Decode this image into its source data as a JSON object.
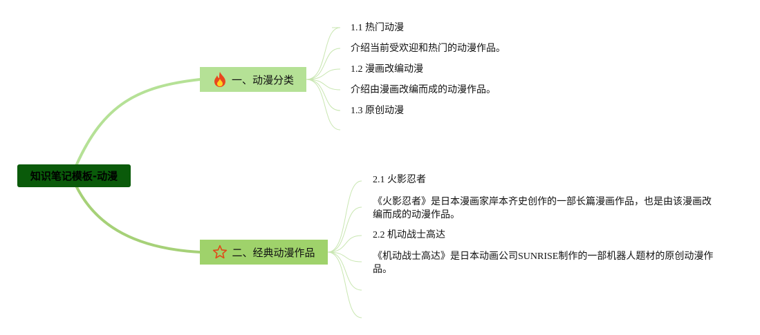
{
  "root": {
    "label": "知识笔记模板-动漫"
  },
  "branches": [
    {
      "label": "一、动漫分类",
      "icon": "fire-icon",
      "color": "#b5e196",
      "items": [
        {
          "text": "1.1 热门动漫"
        },
        {
          "text": "介绍当前受欢迎和热门的动漫作品。"
        },
        {
          "text": "1.2 漫画改编动漫"
        },
        {
          "text": "介绍由漫画改编而成的动漫作品。"
        },
        {
          "text": "1.3 原创动漫"
        }
      ]
    },
    {
      "label": "二、经典动漫作品",
      "icon": "star-icon",
      "color": "#9fd26b",
      "items": [
        {
          "text": "2.1 火影忍者"
        },
        {
          "text": "《火影忍者》是日本漫画家岸本齐史创作的一部长篇漫画作品，也是由该漫画改编而成的动漫作品。"
        },
        {
          "text": "2.2 机动战士高达"
        },
        {
          "text": "《机动战士高达》是日本动画公司SUNRISE制作的一部机器人题材的原创动漫作品。"
        }
      ]
    }
  ],
  "colors": {
    "root_fill": "#0a5a0a",
    "main_connector": "#b5e196",
    "leaf_connector": "#c8e6b0"
  }
}
